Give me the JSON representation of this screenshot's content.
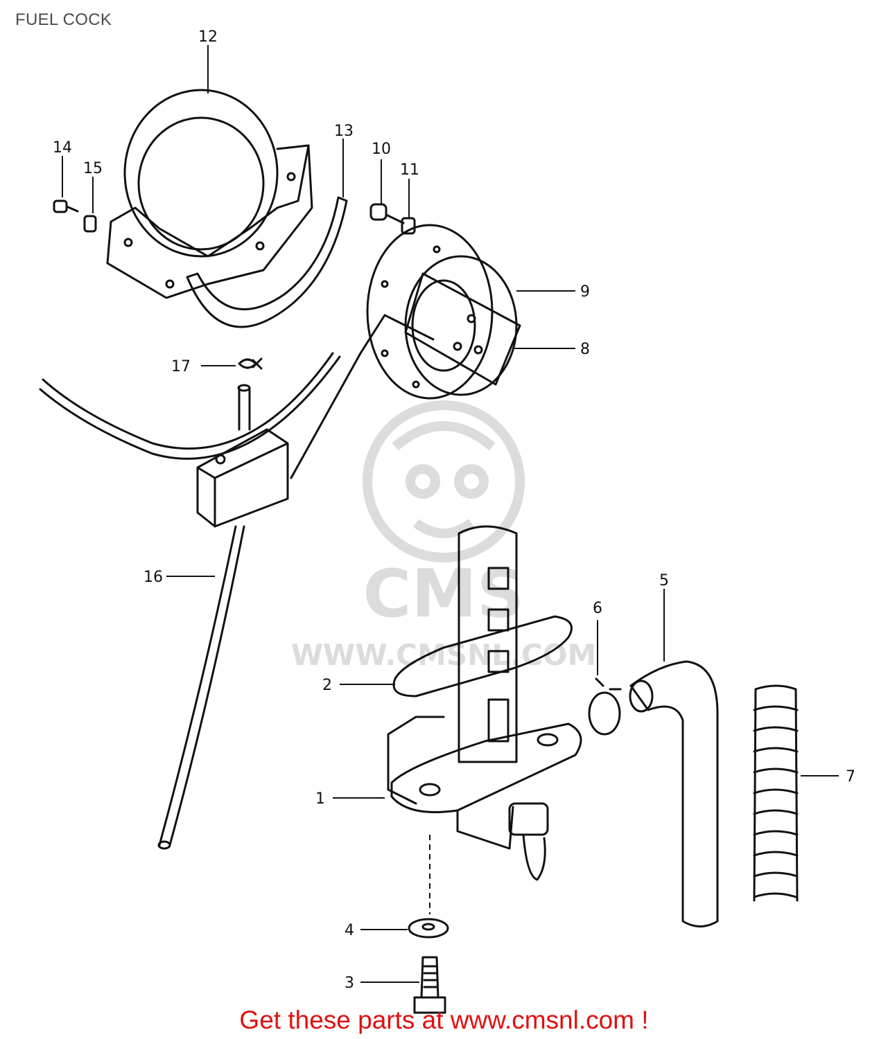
{
  "page": {
    "title": "FUEL COCK"
  },
  "watermark": {
    "brand": "CMS",
    "url": "WWW.CMSNL.COM",
    "color": "#dcdcdc"
  },
  "callouts": [
    {
      "id": "1"
    },
    {
      "id": "2"
    },
    {
      "id": "3"
    },
    {
      "id": "4"
    },
    {
      "id": "5"
    },
    {
      "id": "6"
    },
    {
      "id": "7"
    },
    {
      "id": "8"
    },
    {
      "id": "9"
    },
    {
      "id": "10"
    },
    {
      "id": "11"
    },
    {
      "id": "12"
    },
    {
      "id": "13"
    },
    {
      "id": "14"
    },
    {
      "id": "15"
    },
    {
      "id": "16"
    },
    {
      "id": "17"
    }
  ],
  "footer": {
    "link_text": "Get these parts at www.cmsnl.com !",
    "color": "#e01010"
  }
}
